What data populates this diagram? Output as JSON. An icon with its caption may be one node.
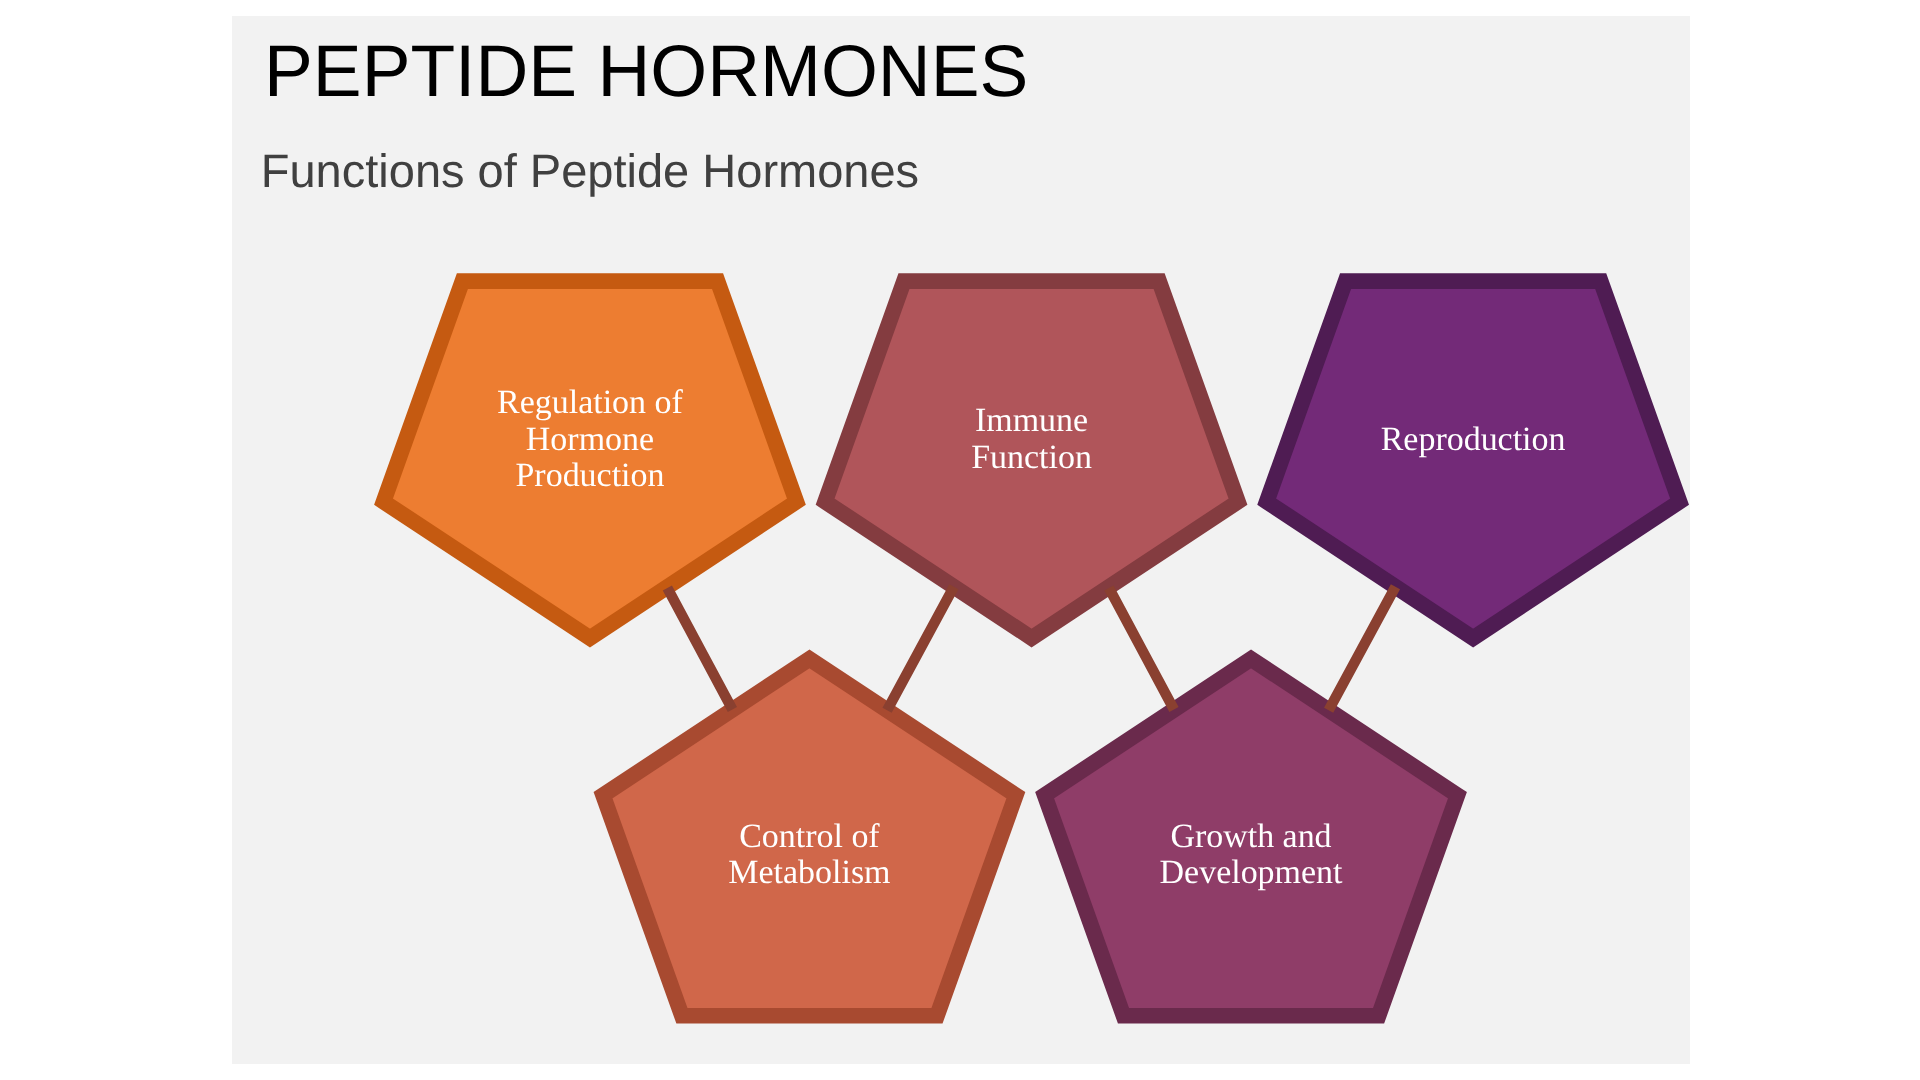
{
  "diagram": {
    "title": "PEPTIDE HORMONES",
    "nodes": [
      {
        "text": [
          "Regulation of Hormone Production"
        ]
      },
      {
        "text": [
          "Control of Metabolism"
        ]
      },
      {
        "text": [
          "Immune Function"
        ]
      },
      {
        "text": [
          "Growth and Development"
        ]
      },
      {
        "text": [
          "Reproduction"
        ]
      }
    ],
    "edges": [
      {
        "from": 0,
        "to": 1,
        "arrow": "none"
      },
      {
        "from": 1,
        "to": 2,
        "arrow": "none"
      },
      {
        "from": 2,
        "to": 3,
        "arrow": "none"
      },
      {
        "from": 3,
        "to": 4,
        "arrow": "none"
      }
    ],
    "labels": [
      "Functions of Peptide Hormones"
    ]
  }
}
